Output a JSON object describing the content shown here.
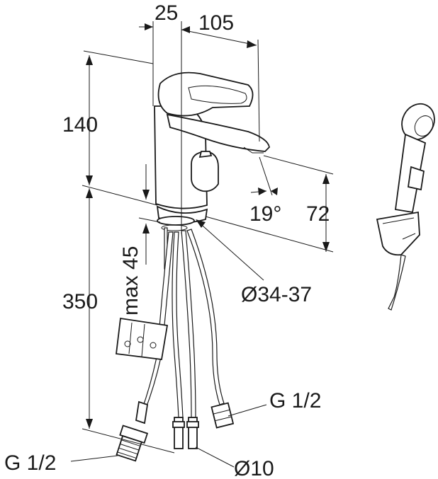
{
  "dimensions": {
    "top_width_offset": "25",
    "spout_reach": "105",
    "height_upper": "140",
    "height_lower": "350",
    "install_depth": "max 45",
    "spout_height": "72",
    "spout_angle": "19°",
    "hole_diameter": "Ø34-37",
    "hose_diameter": "Ø10",
    "connection_right": "G 1/2",
    "connection_left": "G 1/2"
  },
  "icons": {
    "faucet": "faucet-icon",
    "hand_shower": "hand-shower-icon",
    "instruction_card": "instruction-card-icon"
  }
}
